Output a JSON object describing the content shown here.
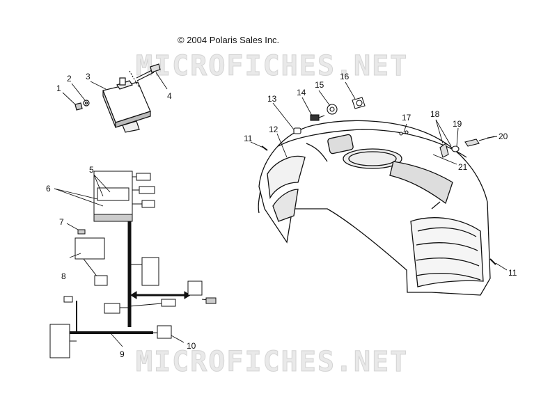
{
  "copyright": "© 2004 Polaris Sales Inc.",
  "watermarks": [
    "MICROFICHES.NET",
    "MICROFICHES.NET"
  ],
  "callouts": [
    "1",
    "2",
    "3",
    "4",
    "5",
    "6",
    "7",
    "8",
    "9",
    "10",
    "11",
    "12",
    "13",
    "14",
    "15",
    "16",
    "17",
    "18",
    "19",
    "20",
    "21",
    "11"
  ],
  "colors": {
    "ink": "#111111",
    "watermark": "#e6e6e6"
  }
}
